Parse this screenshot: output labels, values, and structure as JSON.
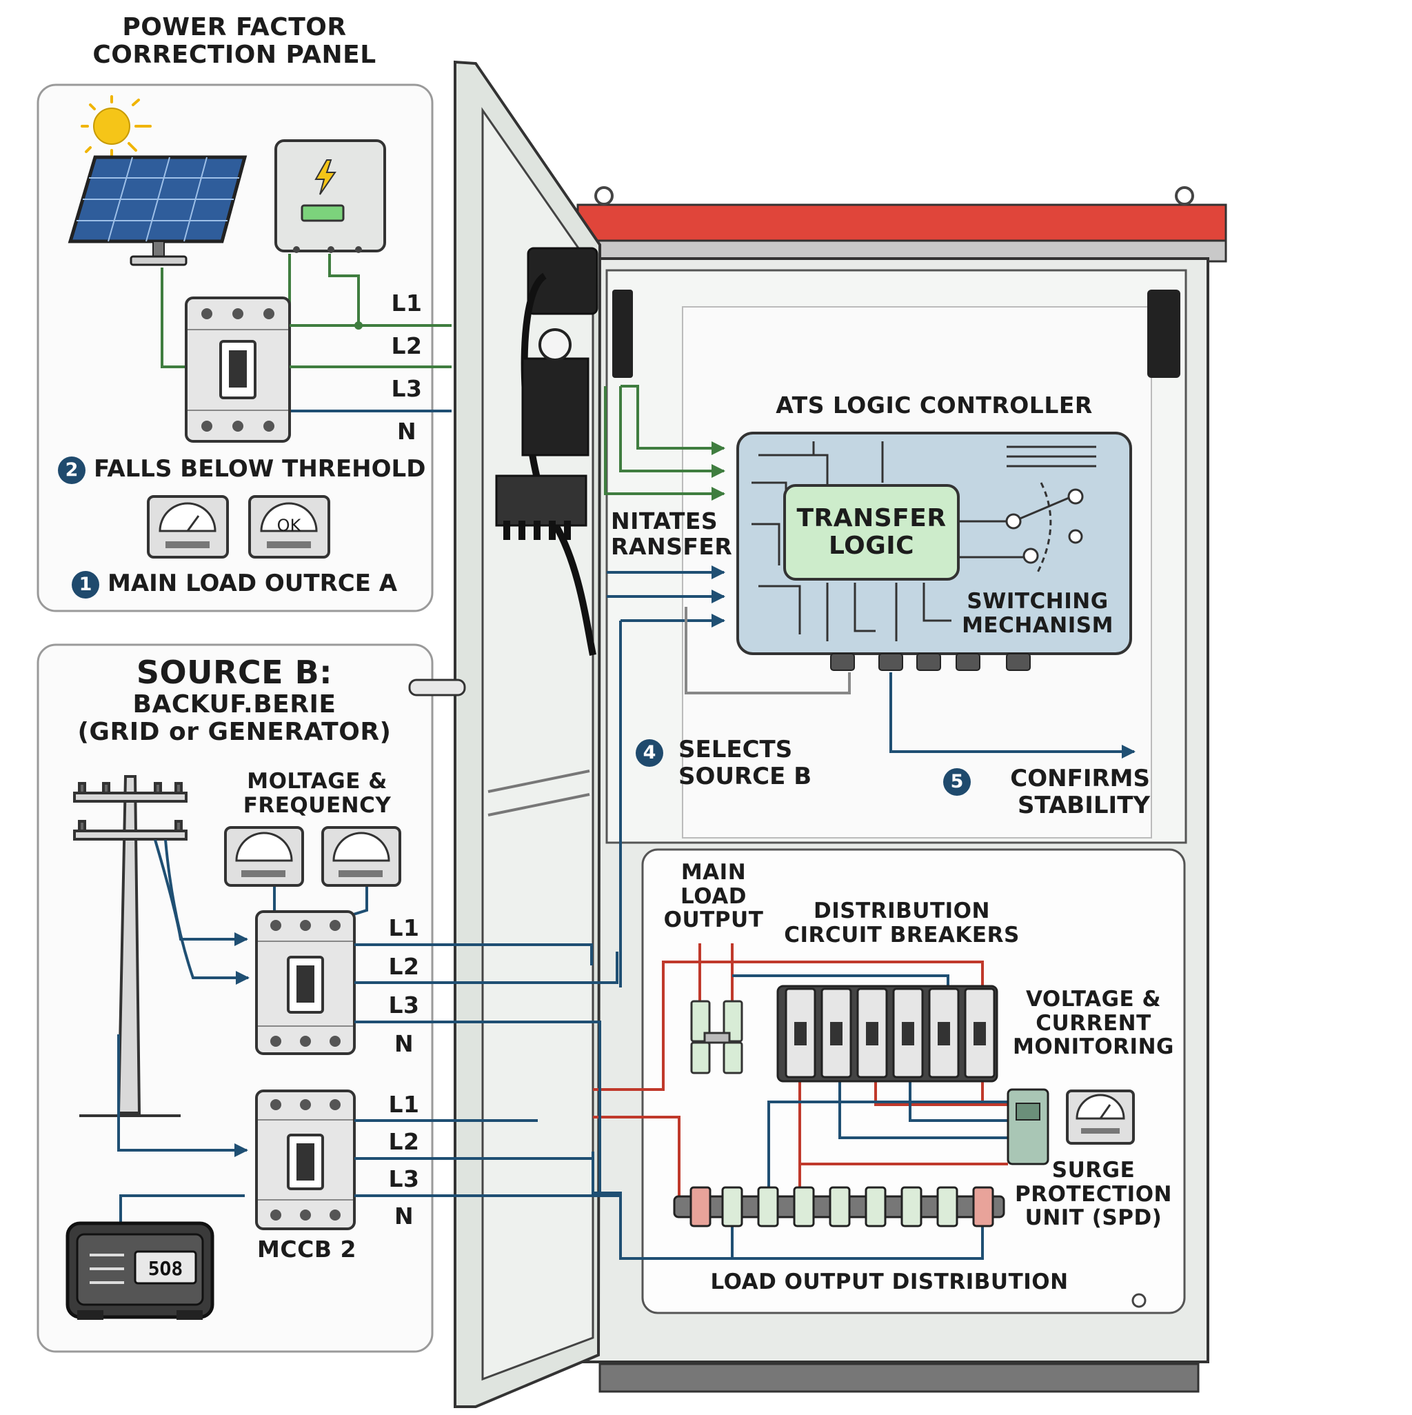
{
  "colors": {
    "green_wire": "#3f7d3f",
    "blue_wire": "#1f4f73",
    "red_wire": "#c0392b",
    "roof_red": "#e0453a",
    "panel_bg": "#eef2ef",
    "controller_bg": "#c3d6e2",
    "transfer_logic_bg": "#cdeccb",
    "badge": "#1f4a6d"
  },
  "icons": [
    "sun-icon",
    "solar-panel-icon",
    "inverter-icon",
    "mccb-icon",
    "gauge-icon",
    "utility-pole-icon",
    "generator-icon",
    "arrow-icon"
  ],
  "labels": {
    "pfc_title": "POWER FACTOR\nCORRECTION PANEL",
    "source_b_title": "SOURCE B:",
    "source_b_sub": "BACKUF.BERIE\n(GRID or GENERATOR)",
    "moltage": "MOLTAGE &\nFREQUENCY",
    "ats_title": "ATS LOGIC CONTROLLER",
    "transfer_logic": "TRANSFER\nLOGIC",
    "switching": "SWITCHING\nMECHANISM",
    "initiates": "NITATES\nRANSFER",
    "main_load_output": "MAIN\nLOAD\nOUTPUT",
    "distribution": "DISTRIBUTION\nCIRCUIT BREAKERS",
    "vcm": "VOLTAGE &\nCURRENT\nMONITORING",
    "spd": "SURGE\nPROTECTION\nUNIT (SPD)",
    "load_dist": "LOAD OUTPUT DISTRIBUTION",
    "mccb2": "MCCB 2",
    "gauge_ok": "OK",
    "gen_display": "5O8",
    "phases": [
      "L1",
      "L2",
      "L3",
      "N"
    ]
  },
  "steps": {
    "s1": {
      "num": "1",
      "text": "MAIN LOAD OUTRCE A"
    },
    "s2": {
      "num": "2",
      "text": "FALLS BELOW THREHOLD"
    },
    "s4": {
      "num": "4",
      "text": "SELECTS\nSOURCE B"
    },
    "s5": {
      "num": "5",
      "text": "CONFIRMS\nSTABILITY"
    }
  }
}
